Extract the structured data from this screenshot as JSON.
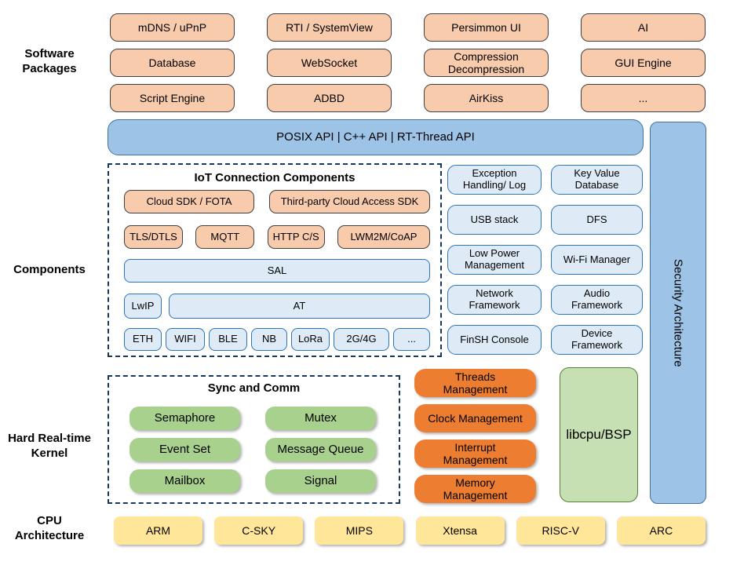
{
  "side_labels": [
    {
      "text": "Software\nPackages"
    },
    {
      "text": "Components"
    },
    {
      "text": "Hard Real-time\nKernel"
    },
    {
      "text": "CPU\nArchitecture"
    }
  ],
  "software_packages": {
    "boxes": [
      "mDNS / uPnP",
      "RTI / SystemView",
      "Persimmon UI",
      "AI",
      "Database",
      "WebSocket",
      "Compression\nDecompression",
      "GUI Engine",
      "Script Engine",
      "ADBD",
      "AirKiss",
      "..."
    ]
  },
  "api_bar": {
    "label": "POSIX API | C++ API | RT-Thread API"
  },
  "security": {
    "label": "Security Architecture"
  },
  "iot": {
    "title": "IoT Connection Components",
    "cloud_row": [
      "Cloud SDK / FOTA",
      "Third-party Cloud Access SDK"
    ],
    "protocol_row": [
      "TLS/DTLS",
      "MQTT",
      "HTTP C/S",
      "LWM2M/CoAP"
    ],
    "sal": "SAL",
    "lwip": "LwIP",
    "at": "AT",
    "links": [
      "ETH",
      "WIFI",
      "BLE",
      "NB",
      "LoRa",
      "2G/4G",
      "..."
    ]
  },
  "components": {
    "boxes": [
      "Exception\nHandling/ Log",
      "Key Value\nDatabase",
      "USB stack",
      "DFS",
      "Low Power\nManagement",
      "Wi-Fi Manager",
      "Network\nFramework",
      "Audio\nFramework",
      "FinSH Console",
      "Device\nFramework"
    ]
  },
  "kernel": {
    "sync_title": "Sync and Comm",
    "sync_boxes": [
      "Semaphore",
      "Mutex",
      "Event Set",
      "Message Queue",
      "Mailbox",
      "Signal"
    ],
    "mgmt_boxes": [
      "Threads\nManagement",
      "Clock Management",
      "Interrupt\nManagement",
      "Memory\nManagement"
    ],
    "libcpu": "libcpu/BSP"
  },
  "cpu_row": {
    "boxes": [
      "ARM",
      "C-SKY",
      "MIPS",
      "Xtensa",
      "RISC-V",
      "ARC"
    ]
  },
  "colors": {
    "package_fill": "#F8CBAD",
    "api_bar_fill": "#9DC3E6",
    "component_fill": "#DEEBF7",
    "component_border": "#2E75B6",
    "sync_fill": "#A9D18E",
    "mgmt_fill": "#ED7D31",
    "libcpu_fill": "#C6E0B4",
    "cpu_fill": "#FFE699",
    "dashed_border": "#17375E"
  }
}
